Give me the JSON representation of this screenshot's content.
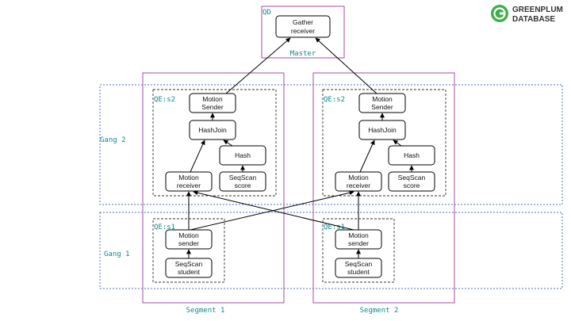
{
  "logo": {
    "line1": "GREENPLUM",
    "line2": "DATABASE"
  },
  "qd": {
    "tag": "QD",
    "label": "Master",
    "node": [
      "Gather",
      "receiver"
    ]
  },
  "segments": [
    {
      "label": "Segment 1"
    },
    {
      "label": "Segment 2"
    }
  ],
  "gangs": [
    {
      "label": "Gang 2"
    },
    {
      "label": "Gang 1"
    }
  ],
  "slices": {
    "s2": {
      "tag": "QE:s2",
      "motion_sender": [
        "Motion",
        "Sender"
      ],
      "hashjoin": [
        "HashJoin"
      ],
      "hash": [
        "Hash"
      ],
      "motion_receiver": [
        "Motion",
        "receiver"
      ],
      "seqscan_score": [
        "SeqScan",
        "score"
      ]
    },
    "s1": {
      "tag": "QE:s1",
      "motion_sender": [
        "Motion",
        "sender"
      ],
      "seqscan_student": [
        "SeqScan",
        "student"
      ]
    }
  },
  "colors": {
    "segment_border": "#a64ca6",
    "gang_border": "#4a6fd8",
    "tag_text": "#0f8a8f",
    "logo_green": "#3fae49"
  }
}
